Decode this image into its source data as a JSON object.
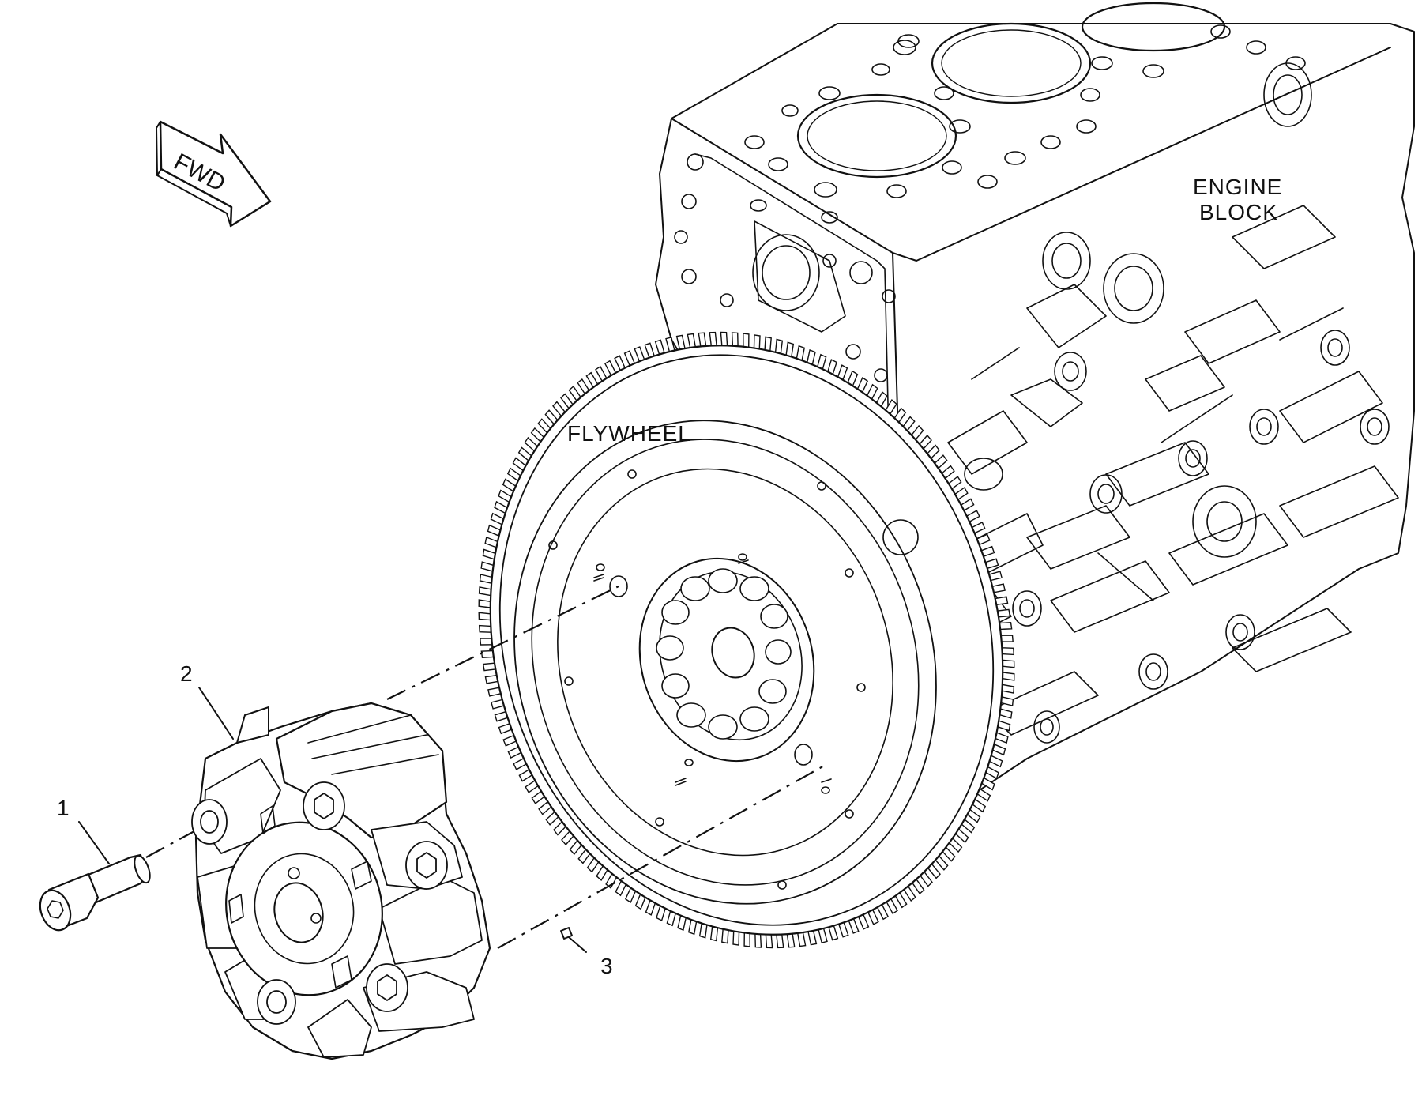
{
  "labels": {
    "fwd": "FWD",
    "engine_block_line1": "ENGINE",
    "engine_block_line2": "BLOCK",
    "flywheel": "FLYWHEEL"
  },
  "callouts": {
    "item1": "1",
    "item2": "2",
    "item3": "3"
  },
  "colors": {
    "line": "#111111",
    "background": "#ffffff"
  }
}
